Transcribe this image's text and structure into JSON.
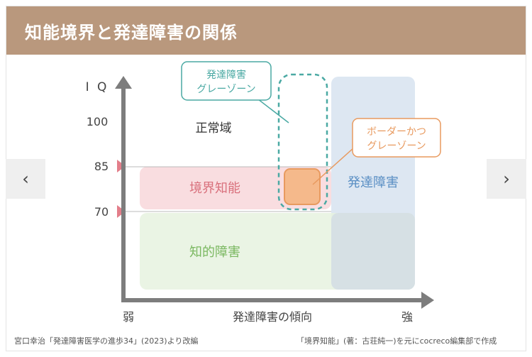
{
  "header": {
    "title": "知能境界と発達障害の関係"
  },
  "navigation": {
    "prev_label": "‹",
    "next_label": "›"
  },
  "diagram": {
    "y_axis_label": "I Q",
    "y_ticks": [
      "100",
      "85",
      "70"
    ],
    "x_axis_label": "発達障害の傾向",
    "x_left_label": "弱",
    "x_right_label": "強",
    "regions": {
      "normal": "正常域",
      "borderline": "境界知能",
      "disability": "知的障害",
      "developmental": "発達障害"
    },
    "callouts": {
      "gray_zone": [
        "発達障害",
        "グレーゾーン"
      ],
      "border_gray": [
        "ボーダーかつ",
        "グレーゾーン"
      ]
    },
    "colors": {
      "header": "#b9987d",
      "borderline_fill": "#f9dde0",
      "borderline_text": "#d9707c",
      "disability_fill": "#e6f2df",
      "disability_text": "#7bb861",
      "developmental_fill": "#dde7f2",
      "developmental_text": "#5a8fc4",
      "gray_zone": "#4aa9a3",
      "border_gray": "#e89a5f",
      "tick_marker": "#e37e8a"
    }
  },
  "captions": {
    "left": "宮口幸治「発達障害医学の進歩34」(2023)より改編",
    "right": "「境界知能」(著：古荘純一)を元にcocreco編集部で作成"
  }
}
